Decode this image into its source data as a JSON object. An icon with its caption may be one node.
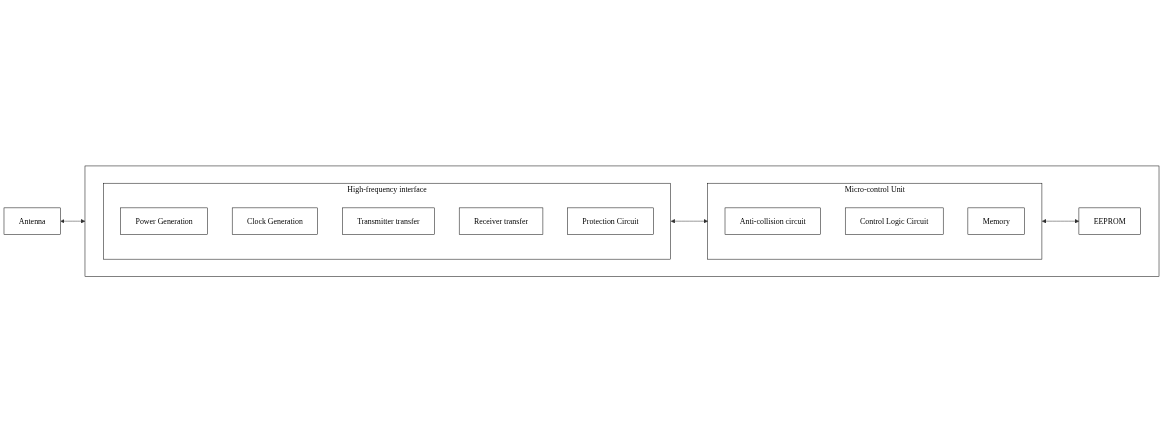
{
  "diagram": {
    "nodes": [
      {
        "text": [
          "Antenna"
        ]
      },
      {
        "text": [],
        "shape": "box"
      },
      {
        "text": [
          "High-frequency interface"
        ],
        "in": 1
      },
      {
        "text": [
          "Power Generation"
        ],
        "in": 2
      },
      {
        "text": [
          "Clock Generation"
        ],
        "in": 2
      },
      {
        "text": [
          "Transmitter transfer"
        ],
        "in": 2
      },
      {
        "text": [
          "Receiver transfer"
        ],
        "in": 2
      },
      {
        "text": [
          "Protection Circuit"
        ],
        "in": 2
      },
      {
        "text": [
          "Micro-control Unit"
        ],
        "in": 1
      },
      {
        "text": [
          "Anti-collision circuit"
        ],
        "in": 8
      },
      {
        "text": [
          "Control Logic Circuit"
        ],
        "in": 8
      },
      {
        "text": [
          "Memory"
        ],
        "in": 8
      },
      {
        "text": [
          "EEPROM"
        ],
        "in": 1
      }
    ],
    "edges": [
      {
        "from": 0,
        "to": 1,
        "arrow": "both"
      },
      {
        "from": 2,
        "to": 8,
        "arrow": "both"
      },
      {
        "from": 8,
        "to": 12,
        "arrow": "both"
      }
    ]
  }
}
